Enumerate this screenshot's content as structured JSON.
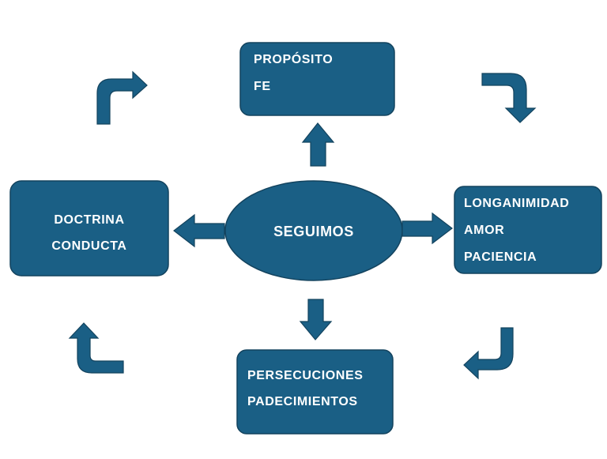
{
  "colors": {
    "fill": "#1a5f85",
    "stroke": "#13435e",
    "text": "#ffffff",
    "background": "#ffffff"
  },
  "center": {
    "label": "SEGUIMOS"
  },
  "top": {
    "lines": [
      "PROPÓSITO",
      "FE"
    ]
  },
  "right": {
    "lines": [
      "LONGANIMIDAD",
      "AMOR",
      "PACIENCIA"
    ]
  },
  "bottom": {
    "lines": [
      "PERSECUCIONES",
      "PADECIMIENTOS"
    ]
  },
  "left": {
    "lines": [
      "DOCTRINA",
      "CONDUCTA"
    ]
  }
}
